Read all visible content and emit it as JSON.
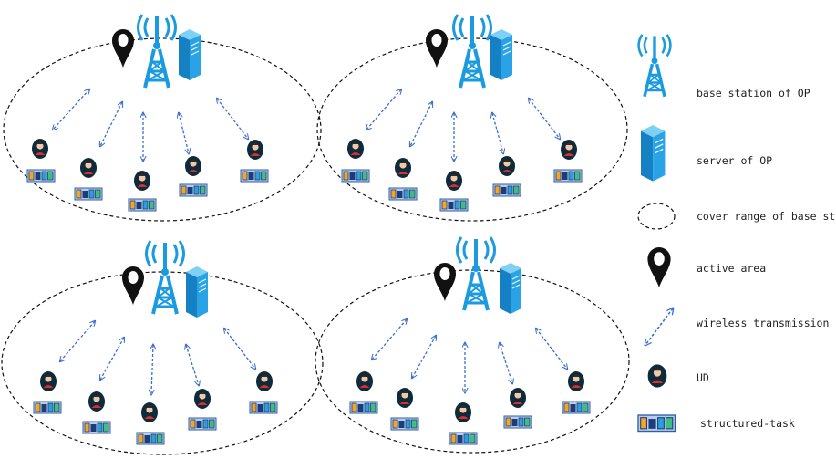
{
  "legend": {
    "base_station": "base station of OP",
    "server": "server of OP",
    "cover_range": "cover range of base station",
    "active_area": "active area",
    "wireless": "wireless transmission",
    "ud": "UD",
    "task": "structured-task"
  },
  "colors": {
    "tower_blue": "#1a9be0",
    "server_blue": "#29a3e6",
    "arrow_blue": "#3a6fd0",
    "ud_dark": "#0f2a3a",
    "ud_face": "#f2c9a8",
    "ud_shirt": "#d9302a",
    "task_frame": "#2f5fa8",
    "task_bg": "#b9cde8",
    "task_orange": "#f4a623",
    "task_blue": "#2aa0d8",
    "task_green": "#3fbf7f",
    "task_navy": "#1f3c7a"
  },
  "icons": [
    "base-station-icon",
    "server-icon",
    "location-pin-icon",
    "double-arrow-icon",
    "user-device-icon",
    "structured-task-icon"
  ]
}
